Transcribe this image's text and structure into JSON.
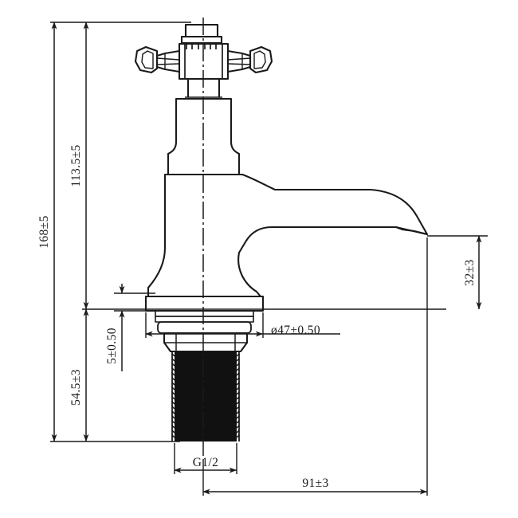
{
  "drawing": {
    "title": "Basin Tap / Pillar Faucet Dimensional Drawing",
    "view": "front elevation with section",
    "units": "mm",
    "line_color": "#1a1a1a",
    "background_color": "#ffffff",
    "thread_fill_color": "#111111"
  },
  "dimensions": {
    "overall_height": {
      "label": "168±5",
      "nominal": 168,
      "tolerance": 5,
      "orientation": "vertical",
      "position": "far-left"
    },
    "height_above_deck": {
      "label": "113.5±5",
      "nominal": 113.5,
      "tolerance": 5,
      "orientation": "vertical",
      "position": "left-inner"
    },
    "height_below_deck": {
      "label": "54.5±3",
      "nominal": 54.5,
      "tolerance": 3,
      "orientation": "vertical",
      "position": "left-inner-lower"
    },
    "flange_thickness": {
      "label": "5±0.50",
      "nominal": 5,
      "tolerance": 0.5,
      "orientation": "vertical",
      "position": "left-of-base"
    },
    "base_diameter": {
      "label": "ø47±0.50",
      "nominal": 47,
      "tolerance": 0.5,
      "orientation": "horizontal",
      "position": "base-right",
      "symbol": "diameter"
    },
    "spout_height": {
      "label": "32±3",
      "nominal": 32,
      "tolerance": 3,
      "orientation": "vertical",
      "position": "far-right"
    },
    "thread_spec": {
      "label": "G1/2",
      "orientation": "horizontal",
      "position": "bottom-shank"
    },
    "spout_reach": {
      "label": "91±3",
      "nominal": 91,
      "tolerance": 3,
      "orientation": "horizontal",
      "position": "bottom"
    }
  },
  "components": [
    {
      "name": "cross-handle",
      "description": "four-arm cross handle with octagonal end caps"
    },
    {
      "name": "bonnet-stem",
      "description": "splined stem above handle"
    },
    {
      "name": "valve-body",
      "description": "tapered cylindrical body"
    },
    {
      "name": "spout",
      "description": "curved spout with chamfered outlet"
    },
    {
      "name": "deck-flange",
      "description": "stepped mounting flange"
    },
    {
      "name": "hex-nut",
      "description": "hexagonal locking nut"
    },
    {
      "name": "threaded-shank",
      "description": "G1/2 male threaded tail"
    }
  ]
}
